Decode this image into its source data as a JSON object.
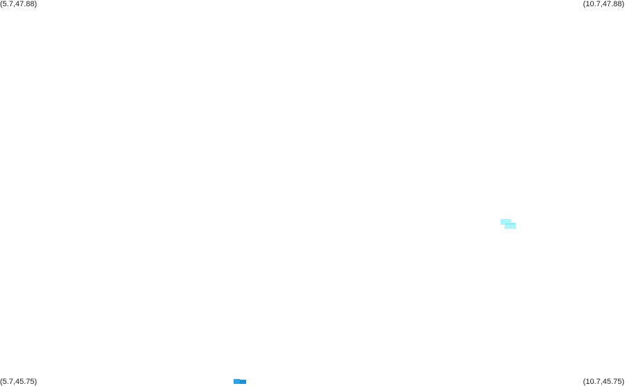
{
  "map": {
    "corners": {
      "top_left": "(5.7,47.88)",
      "top_right": "(10.7,47.88)",
      "bottom_left": "(5.7,45.75)",
      "bottom_right": "(10.7,45.75)"
    },
    "colors": {
      "background": "#ffffff",
      "feature_light": "#a8f5fb",
      "feature_dark": "#2aa3e6"
    }
  }
}
